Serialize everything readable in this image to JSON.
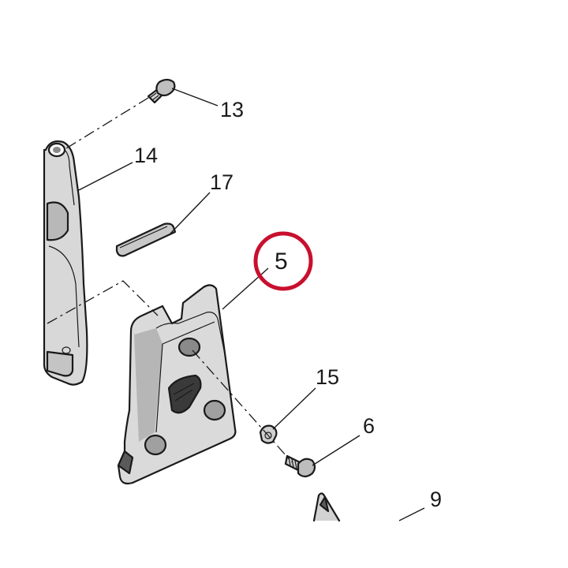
{
  "callouts": {
    "c13": "13",
    "c14": "14",
    "c17": "17",
    "c5": "5",
    "c15": "15",
    "c6": "6",
    "c9": "9"
  },
  "colors": {
    "highlight_ring": "#c8102e",
    "ink": "#1a1a1a",
    "part_fill": "#dcdcdc",
    "part_shade": "#b4b4b4",
    "part_dark": "#6e6e6e"
  },
  "highlighted_part": "5"
}
